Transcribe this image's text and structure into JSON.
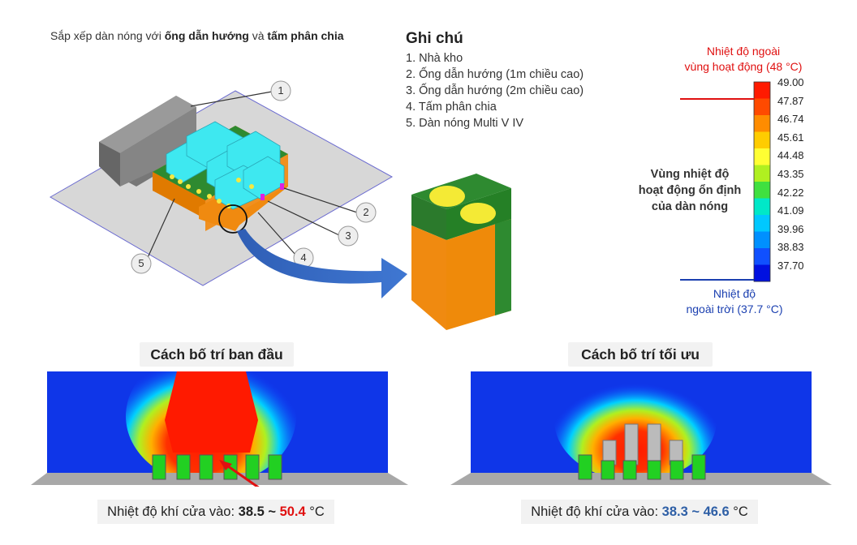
{
  "top_title": {
    "prefix": "Sắp xếp dàn nóng với ",
    "bold1": "ống dẫn hướng",
    "middle": " và ",
    "bold2": "tấm phân chia"
  },
  "legend": {
    "title": "Ghi chú",
    "items": [
      "1. Nhà kho",
      "2. Ống dẫn hướng (1m chiều cao)",
      "3. Ống dẫn hướng (2m chiều cao)",
      "4. Tấm phân chia",
      "5. Dàn nóng Multi V IV"
    ]
  },
  "callouts": [
    "1",
    "2",
    "3",
    "4",
    "5"
  ],
  "color_scale": {
    "values": [
      "49.00",
      "47.87",
      "46.74",
      "45.61",
      "44.48",
      "43.35",
      "42.22",
      "41.09",
      "39.96",
      "38.83",
      "37.70"
    ],
    "colors": [
      "#ff1a00",
      "#ff4a00",
      "#ff8c00",
      "#ffcc00",
      "#ffff33",
      "#b0f020",
      "#40e040",
      "#00e8c8",
      "#00c8ff",
      "#0090ff",
      "#1050ff",
      "#0010e0"
    ]
  },
  "notes": {
    "max_line1": "Nhiệt độ ngoài",
    "max_line2": "vùng hoạt động (48 °C)",
    "stable_line1": "Vùng nhiệt độ",
    "stable_line2": "hoạt động ổn định",
    "stable_line3": "của dàn nóng",
    "min_line1": "Nhiệt độ",
    "min_line2": "ngoài trời (37.7 °C)"
  },
  "panels": {
    "left": {
      "title": "Cách bố trí ban đầu",
      "label": "Nhiệt độ khí cửa vào: ",
      "low": "38.5",
      "sep": " ~ ",
      "high": "50.4",
      "unit": " °C"
    },
    "right": {
      "title": "Cách bố trí tối ưu",
      "label": "Nhiệt độ khí cửa vào: ",
      "range": "38.3 ~ 46.6",
      "unit": " °C"
    }
  }
}
